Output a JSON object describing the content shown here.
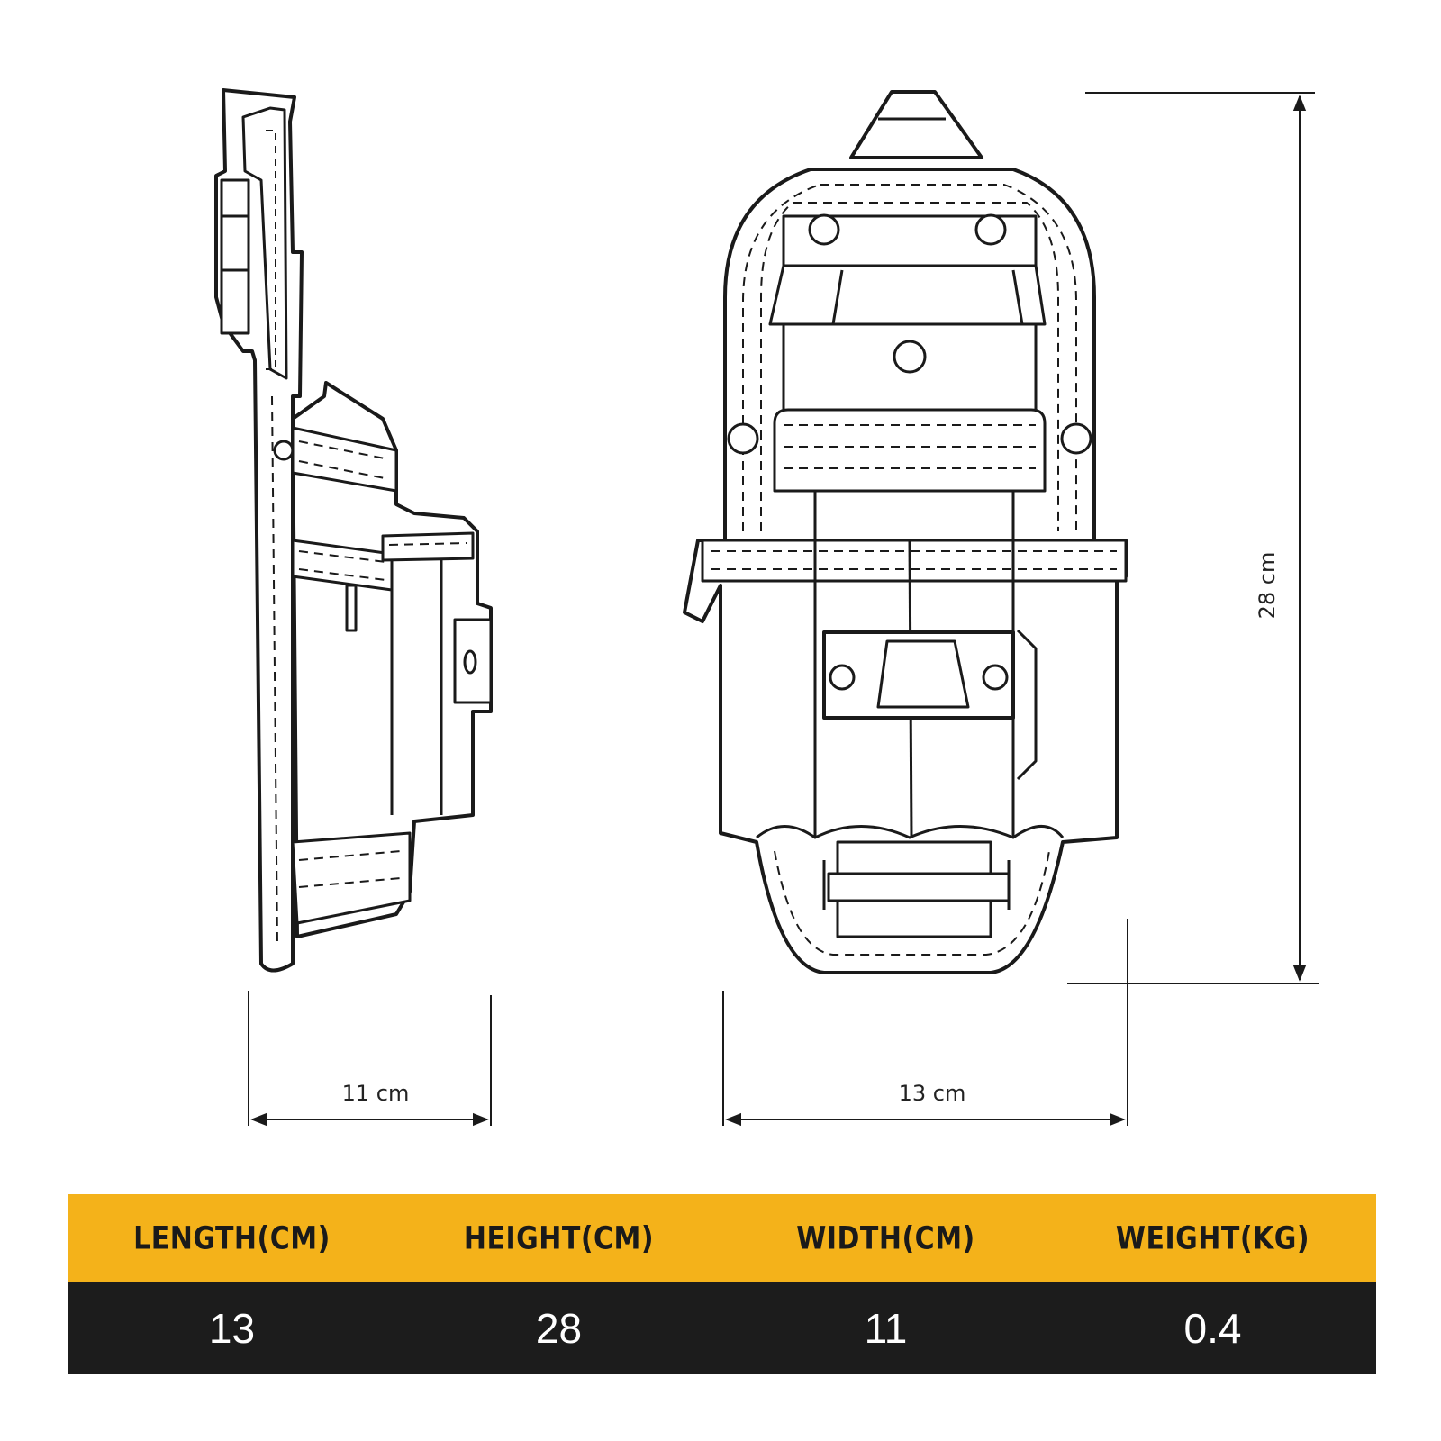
{
  "dimensions": {
    "side_width": "11 cm",
    "front_width": "13 cm",
    "height": "28 cm"
  },
  "spec_table": {
    "headers": [
      "LENGTH(CM)",
      "HEIGHT(CM)",
      "WIDTH(CM)",
      "WEIGHT(KG)"
    ],
    "values": [
      "13",
      "28",
      "11",
      "0.4"
    ]
  },
  "colors": {
    "header_bg": "#f4b21a",
    "value_bg": "#1c1c1c",
    "value_text": "#ffffff",
    "line": "#1a1a1a"
  }
}
